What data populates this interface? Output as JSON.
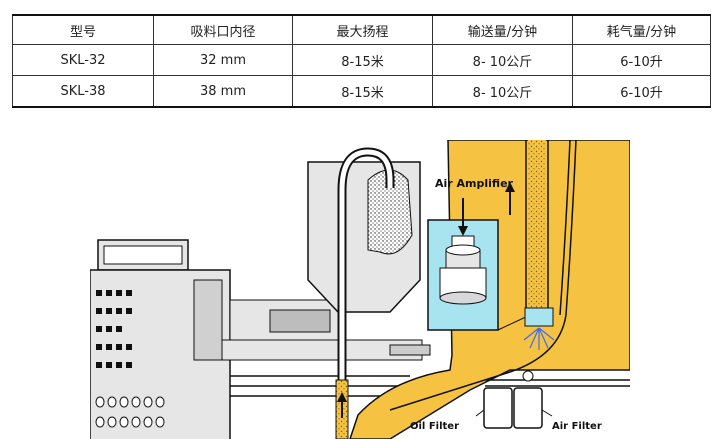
{
  "table": {
    "headers": [
      "型号",
      "吸料口内径",
      "最大扬程",
      "输送量/分钟",
      "耗气量/分钟"
    ],
    "rows": [
      [
        "SKL-32",
        "32 mm",
        "8-15米",
        "8- 10公斤",
        "6-10升"
      ],
      [
        "SKL-38",
        "38 mm",
        "8-15米",
        "8- 10公斤",
        "6-10升"
      ]
    ]
  },
  "diagram": {
    "label_air_amplifier": "Air Amplifier",
    "label_oil_filter": "Oil Filter",
    "label_air_filter": "Air Filter"
  },
  "colors": {
    "material_yellow": "#f5c242",
    "amplifier_cyan": "#a8e4f0",
    "line_black": "#111111",
    "machine_gray": "#e6e6e6"
  }
}
